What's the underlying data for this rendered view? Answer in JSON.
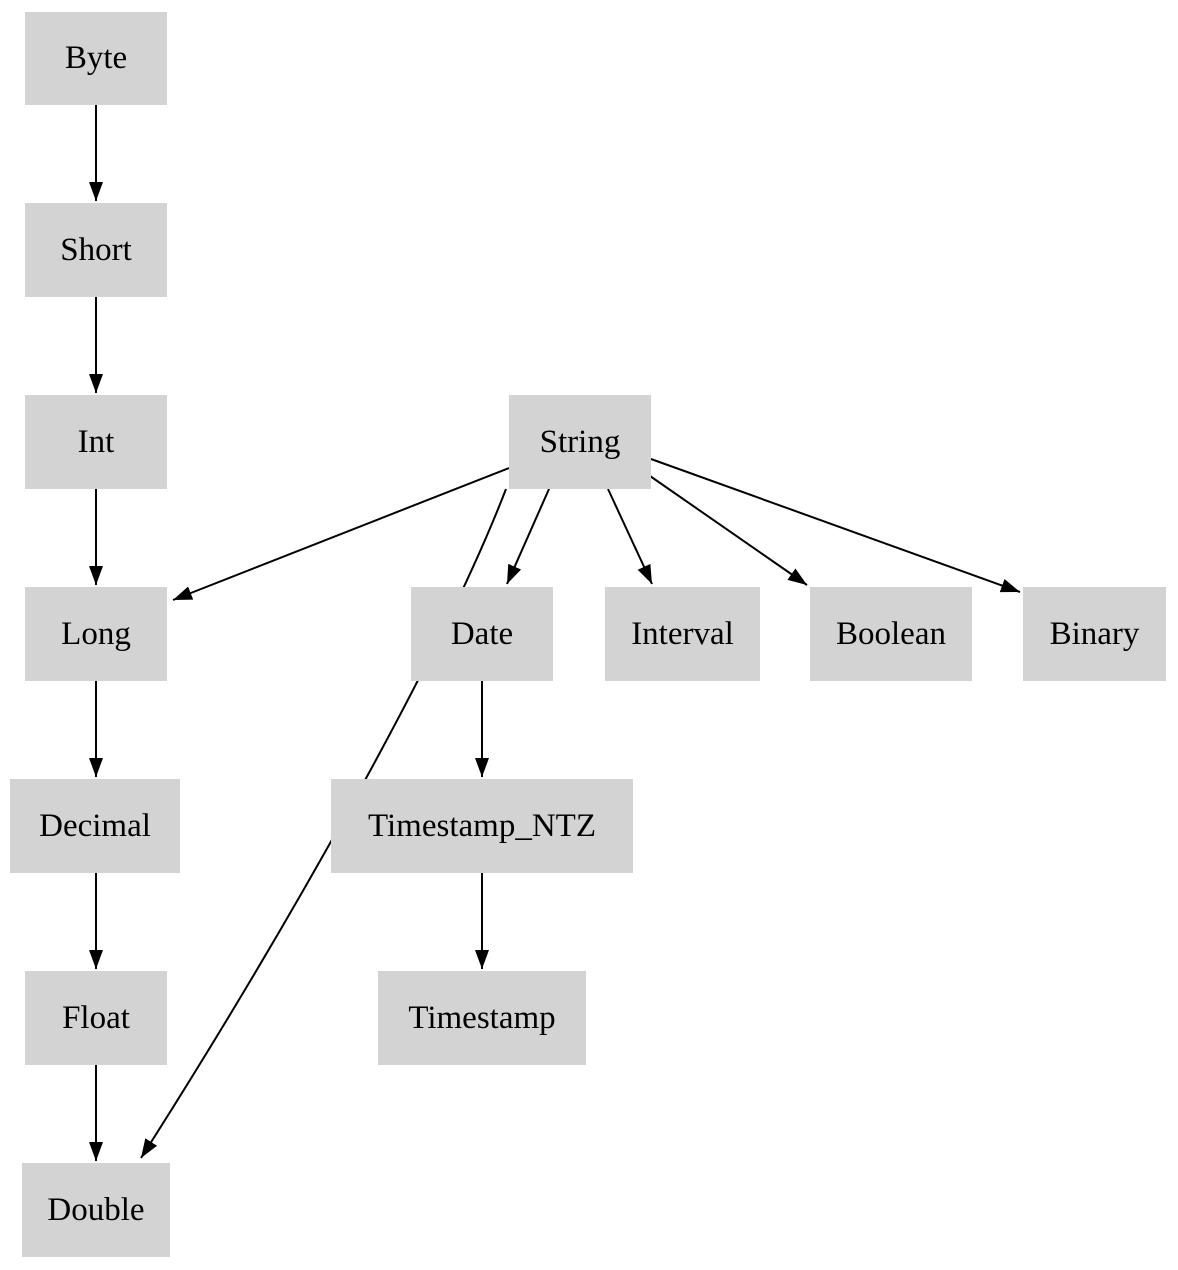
{
  "diagram": {
    "type": "directed-graph",
    "description": "Type promotion hierarchy diagram",
    "nodes": {
      "byte": {
        "label": "Byte"
      },
      "short": {
        "label": "Short"
      },
      "int": {
        "label": "Int"
      },
      "long": {
        "label": "Long"
      },
      "decimal": {
        "label": "Decimal"
      },
      "float": {
        "label": "Float"
      },
      "double": {
        "label": "Double"
      },
      "string": {
        "label": "String"
      },
      "date": {
        "label": "Date"
      },
      "interval": {
        "label": "Interval"
      },
      "boolean": {
        "label": "Boolean"
      },
      "binary": {
        "label": "Binary"
      },
      "timestamp_ntz": {
        "label": "Timestamp_NTZ"
      },
      "timestamp": {
        "label": "Timestamp"
      }
    },
    "edges": [
      {
        "from": "Byte",
        "to": "Short"
      },
      {
        "from": "Short",
        "to": "Int"
      },
      {
        "from": "Int",
        "to": "Long"
      },
      {
        "from": "Long",
        "to": "Decimal"
      },
      {
        "from": "Decimal",
        "to": "Float"
      },
      {
        "from": "Float",
        "to": "Double"
      },
      {
        "from": "String",
        "to": "Long"
      },
      {
        "from": "String",
        "to": "Double"
      },
      {
        "from": "String",
        "to": "Date"
      },
      {
        "from": "String",
        "to": "Interval"
      },
      {
        "from": "String",
        "to": "Boolean"
      },
      {
        "from": "String",
        "to": "Binary"
      },
      {
        "from": "Date",
        "to": "Timestamp_NTZ"
      },
      {
        "from": "Timestamp_NTZ",
        "to": "Timestamp"
      }
    ],
    "colors": {
      "node_fill": "#d3d3d3",
      "edge": "#000000",
      "text": "#000000",
      "background": "#ffffff"
    }
  }
}
